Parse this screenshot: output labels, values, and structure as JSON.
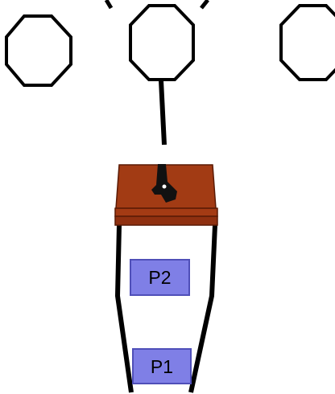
{
  "colors": {
    "target_stroke": "#000000",
    "target_fill": "#ffffff",
    "table_top": "#a23b14",
    "table_edge": "#8c3010",
    "table_outline": "#5a1a05",
    "player_box": "#7f7fe6",
    "player_box_shadow": "#4f4fb8",
    "pistol": "#111111"
  },
  "targets": [
    {
      "id": "left",
      "icon": "octagon-target"
    },
    {
      "id": "center",
      "icon": "octagon-target"
    },
    {
      "id": "right",
      "icon": "octagon-target"
    }
  ],
  "table": {
    "item_icon": "pistol-icon"
  },
  "players": {
    "p2": {
      "label": "P2"
    },
    "p1": {
      "label": "P1"
    }
  }
}
